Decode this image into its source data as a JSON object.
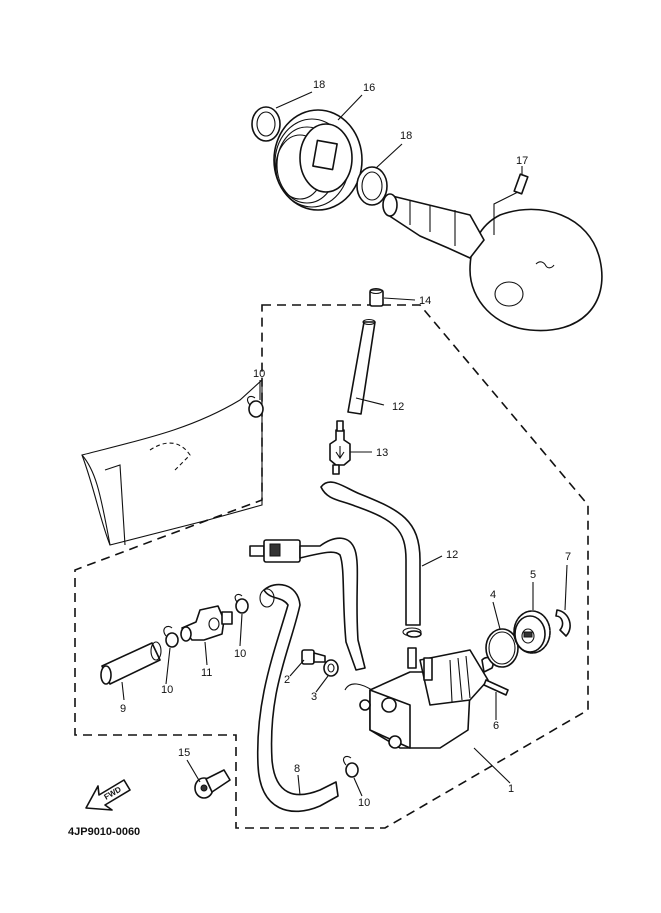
{
  "diagram_code": "4JP9010-0060",
  "fwd_label": "FWD",
  "callouts": {
    "c1": "1",
    "c2": "2",
    "c3": "3",
    "c4": "4",
    "c5": "5",
    "c6": "6",
    "c7": "7",
    "c8": "8",
    "c9": "9",
    "c10a": "10",
    "c10b": "10",
    "c10c": "10",
    "c10d": "10",
    "c11": "11",
    "c12a": "12",
    "c12b": "12",
    "c13": "13",
    "c14": "14",
    "c15": "15",
    "c16": "16",
    "c17": "17",
    "c18a": "18",
    "c18b": "18"
  }
}
